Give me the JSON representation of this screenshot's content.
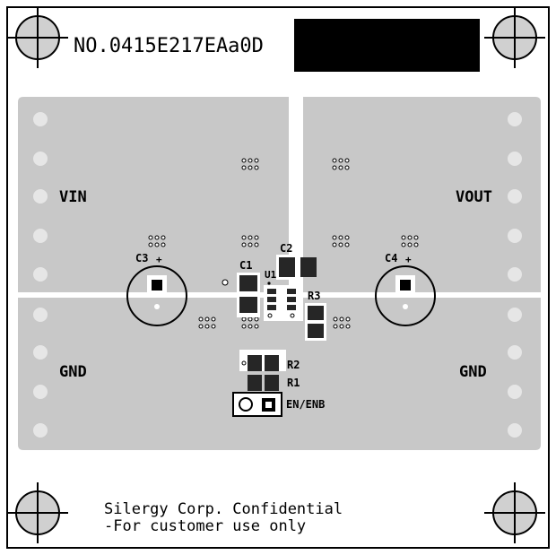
{
  "board": {
    "board_number": "NO.0415E217EAa0D",
    "footer_line1": "Silergy Corp. Confidential",
    "footer_line2": "-For customer use only"
  },
  "labels": {
    "vin": "VIN",
    "vout": "VOUT",
    "gnd_left": "GND",
    "gnd_right": "GND",
    "en": "EN/ENB"
  },
  "components": {
    "c1": "C1",
    "c2": "C2",
    "c3": "C3",
    "c4": "C4",
    "u1": "U1",
    "r1": "R1",
    "r2": "R2",
    "r3": "R3",
    "plus": "+"
  },
  "colors": {
    "copper": "#c8c8c8",
    "pad": "#262626",
    "board": "#ffffff",
    "outline": "#000000"
  }
}
